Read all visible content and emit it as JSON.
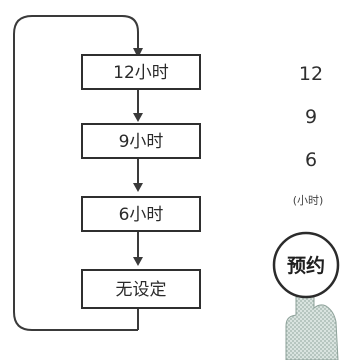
{
  "flow": {
    "steps": [
      {
        "label": "12小时"
      },
      {
        "label": "9小时"
      },
      {
        "label": "6小时"
      },
      {
        "label": "无设定"
      }
    ]
  },
  "display": {
    "values": [
      "12",
      "9",
      "6"
    ],
    "unit": "(小时)"
  },
  "button": {
    "label": "预约"
  },
  "colors": {
    "line": "#3a3a3a",
    "box_fill": "#ffffff",
    "hand": "#b9c7c1"
  }
}
